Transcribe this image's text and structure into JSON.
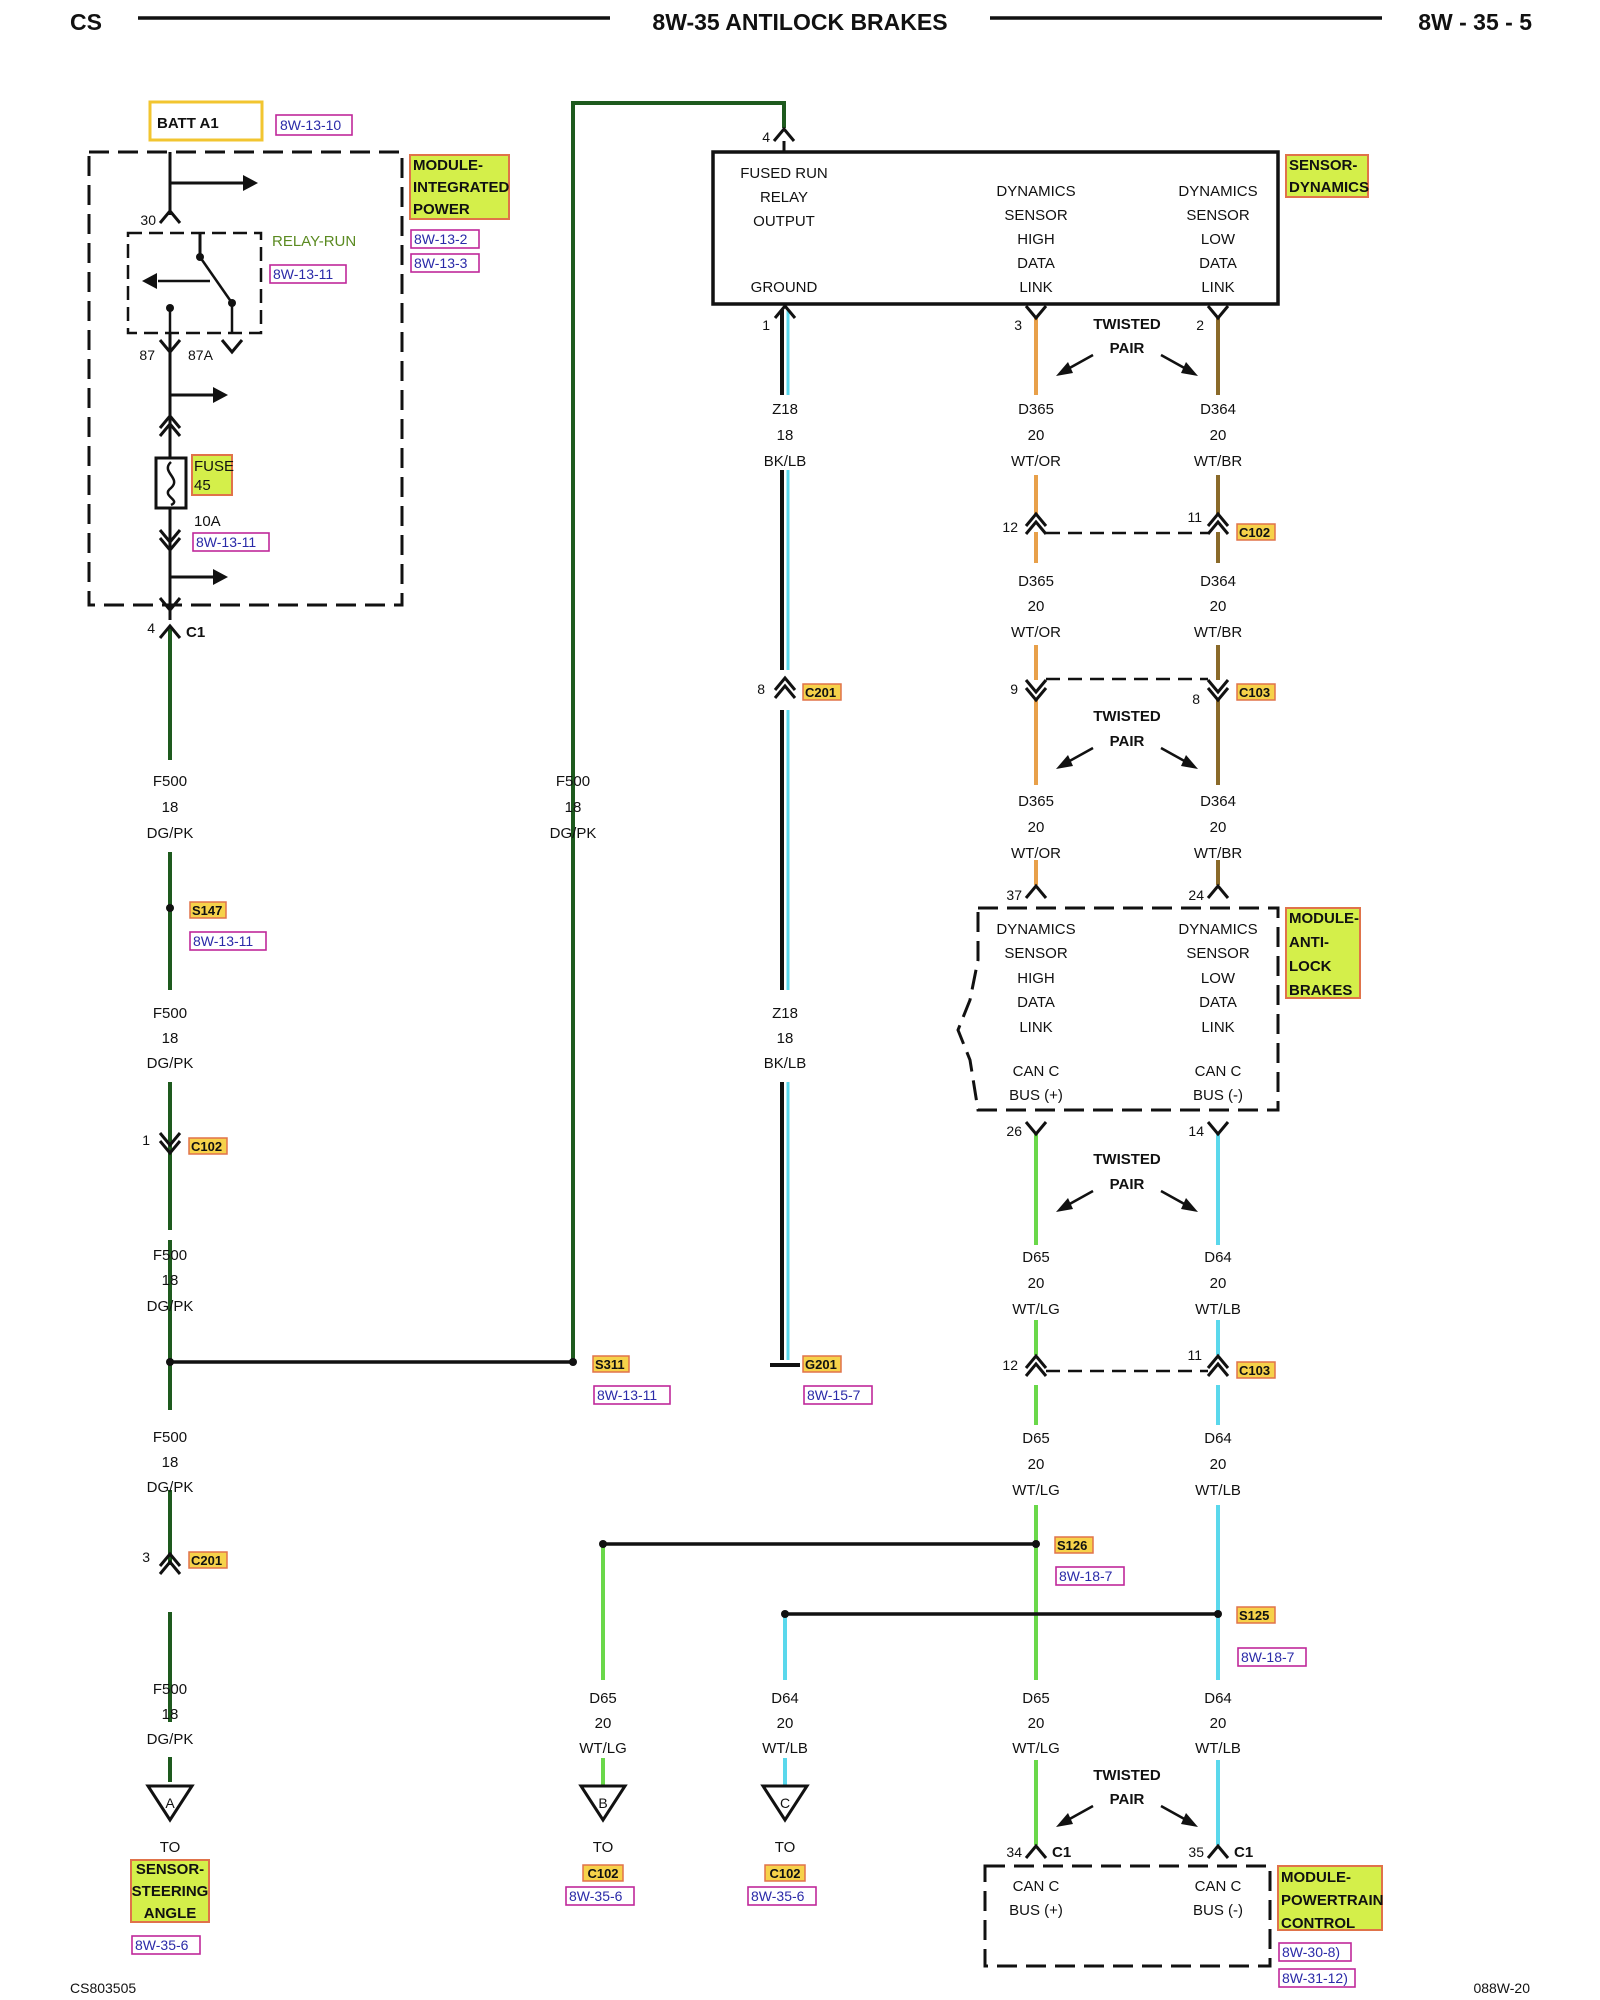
{
  "header": {
    "left": "CS",
    "center": "8W-35 ANTILOCK BRAKES",
    "right": "8W - 35 - 5"
  },
  "footer": {
    "left": "CS803505",
    "right": "088W-20"
  },
  "components": {
    "batt": "BATT A1",
    "batt_ref": "8W-13-10",
    "tipm": [
      "MODULE-",
      "INTEGRATED",
      "POWER"
    ],
    "tipm_refs": [
      "8W-13-2",
      "8W-13-3"
    ],
    "relay": "RELAY-RUN",
    "relay_ref": "8W-13-11",
    "fuse": [
      "FUSE",
      "45"
    ],
    "fuse_rating": "10A",
    "fuse_ref": "8W-13-11",
    "sensor_dyn": [
      "SENSOR-",
      "DYNAMICS"
    ],
    "sensor_dyn_pins": {
      "fused": [
        "FUSED RUN",
        "RELAY",
        "OUTPUT"
      ],
      "ground": "GROUND",
      "high": [
        "DYNAMICS",
        "SENSOR",
        "HIGH",
        "DATA",
        "LINK"
      ],
      "low": [
        "DYNAMICS",
        "SENSOR",
        "LOW",
        "DATA",
        "LINK"
      ]
    },
    "abs": [
      "MODULE-",
      "ANTI-",
      "LOCK",
      "BRAKES"
    ],
    "abs_pins": {
      "high": [
        "DYNAMICS",
        "SENSOR",
        "HIGH",
        "DATA",
        "LINK"
      ],
      "low": [
        "DYNAMICS",
        "SENSOR",
        "LOW",
        "DATA",
        "LINK"
      ],
      "canp": [
        "CAN C",
        "BUS (+)"
      ],
      "canm": [
        "CAN C",
        "BUS (-)"
      ]
    },
    "pcm": [
      "MODULE-",
      "POWERTRAIN",
      "CONTROL"
    ],
    "pcm_refs": [
      "8W-30-8)",
      "8W-31-12)"
    ],
    "pcm_pins": {
      "canp": [
        "CAN C",
        "BUS (+)"
      ],
      "canm": [
        "CAN C",
        "BUS (-)"
      ]
    }
  },
  "pins": {
    "p30": "30",
    "p87": "87",
    "p87a": "87A",
    "c1_4": "4",
    "c1": "C1",
    "sd4": "4",
    "sd1": "1",
    "sd3": "3",
    "sd2": "2",
    "c102_12": "12",
    "c102_11": "11",
    "c102": "C102",
    "c201_8": "8",
    "c201": "C201",
    "c103_9": "9",
    "c103_8": "8",
    "c103": "C103",
    "abs37": "37",
    "abs24": "24",
    "abs26": "26",
    "abs14": "14",
    "c103b_12": "12",
    "c103b_11": "11",
    "c103b": "C103",
    "c102_1": "1",
    "c102b": "C102",
    "c201_3": "3",
    "c201b": "C201",
    "pcm34": "34",
    "pcm35": "35",
    "pcm_c1a": "C1",
    "pcm_c1b": "C1"
  },
  "wires": {
    "f500": [
      "F500",
      "18",
      "DG/PK"
    ],
    "z18": [
      "Z18",
      "18",
      "BK/LB"
    ],
    "d365": [
      "D365",
      "20",
      "WT/OR"
    ],
    "d364": [
      "D364",
      "20",
      "WT/BR"
    ],
    "d65": [
      "D65",
      "20",
      "WT/LG"
    ],
    "d64": [
      "D64",
      "20",
      "WT/LB"
    ]
  },
  "twisted": [
    "TWISTED",
    "PAIR"
  ],
  "splices": {
    "s147": "S147",
    "s147_ref": "8W-13-11",
    "s311": "S311",
    "s311_ref": "8W-13-11",
    "g201": "G201",
    "g201_ref": "8W-15-7",
    "s126": "S126",
    "s126_ref": "8W-18-7",
    "s125": "S125",
    "s125_ref": "8W-18-7"
  },
  "destinations": {
    "a": {
      "letter": "A",
      "to": "TO",
      "name": [
        "SENSOR-",
        "STEERING",
        "ANGLE"
      ],
      "ref": "8W-35-6"
    },
    "b": {
      "letter": "B",
      "to": "TO",
      "name": "C102",
      "ref": "8W-35-6"
    },
    "c": {
      "letter": "C",
      "to": "TO",
      "name": "C102",
      "ref": "8W-35-6"
    }
  },
  "colors": {
    "wire_dg": "#1e5a1e",
    "wire_bk": "#111111",
    "wire_lb": "#5ad8ec",
    "wire_or": "#e8a04a",
    "wire_br": "#8a6a2a",
    "wire_lg": "#6ad84a",
    "highlight": "#d4ef4a",
    "connector": "#f6d24a",
    "ref_box": "#c0289a"
  }
}
